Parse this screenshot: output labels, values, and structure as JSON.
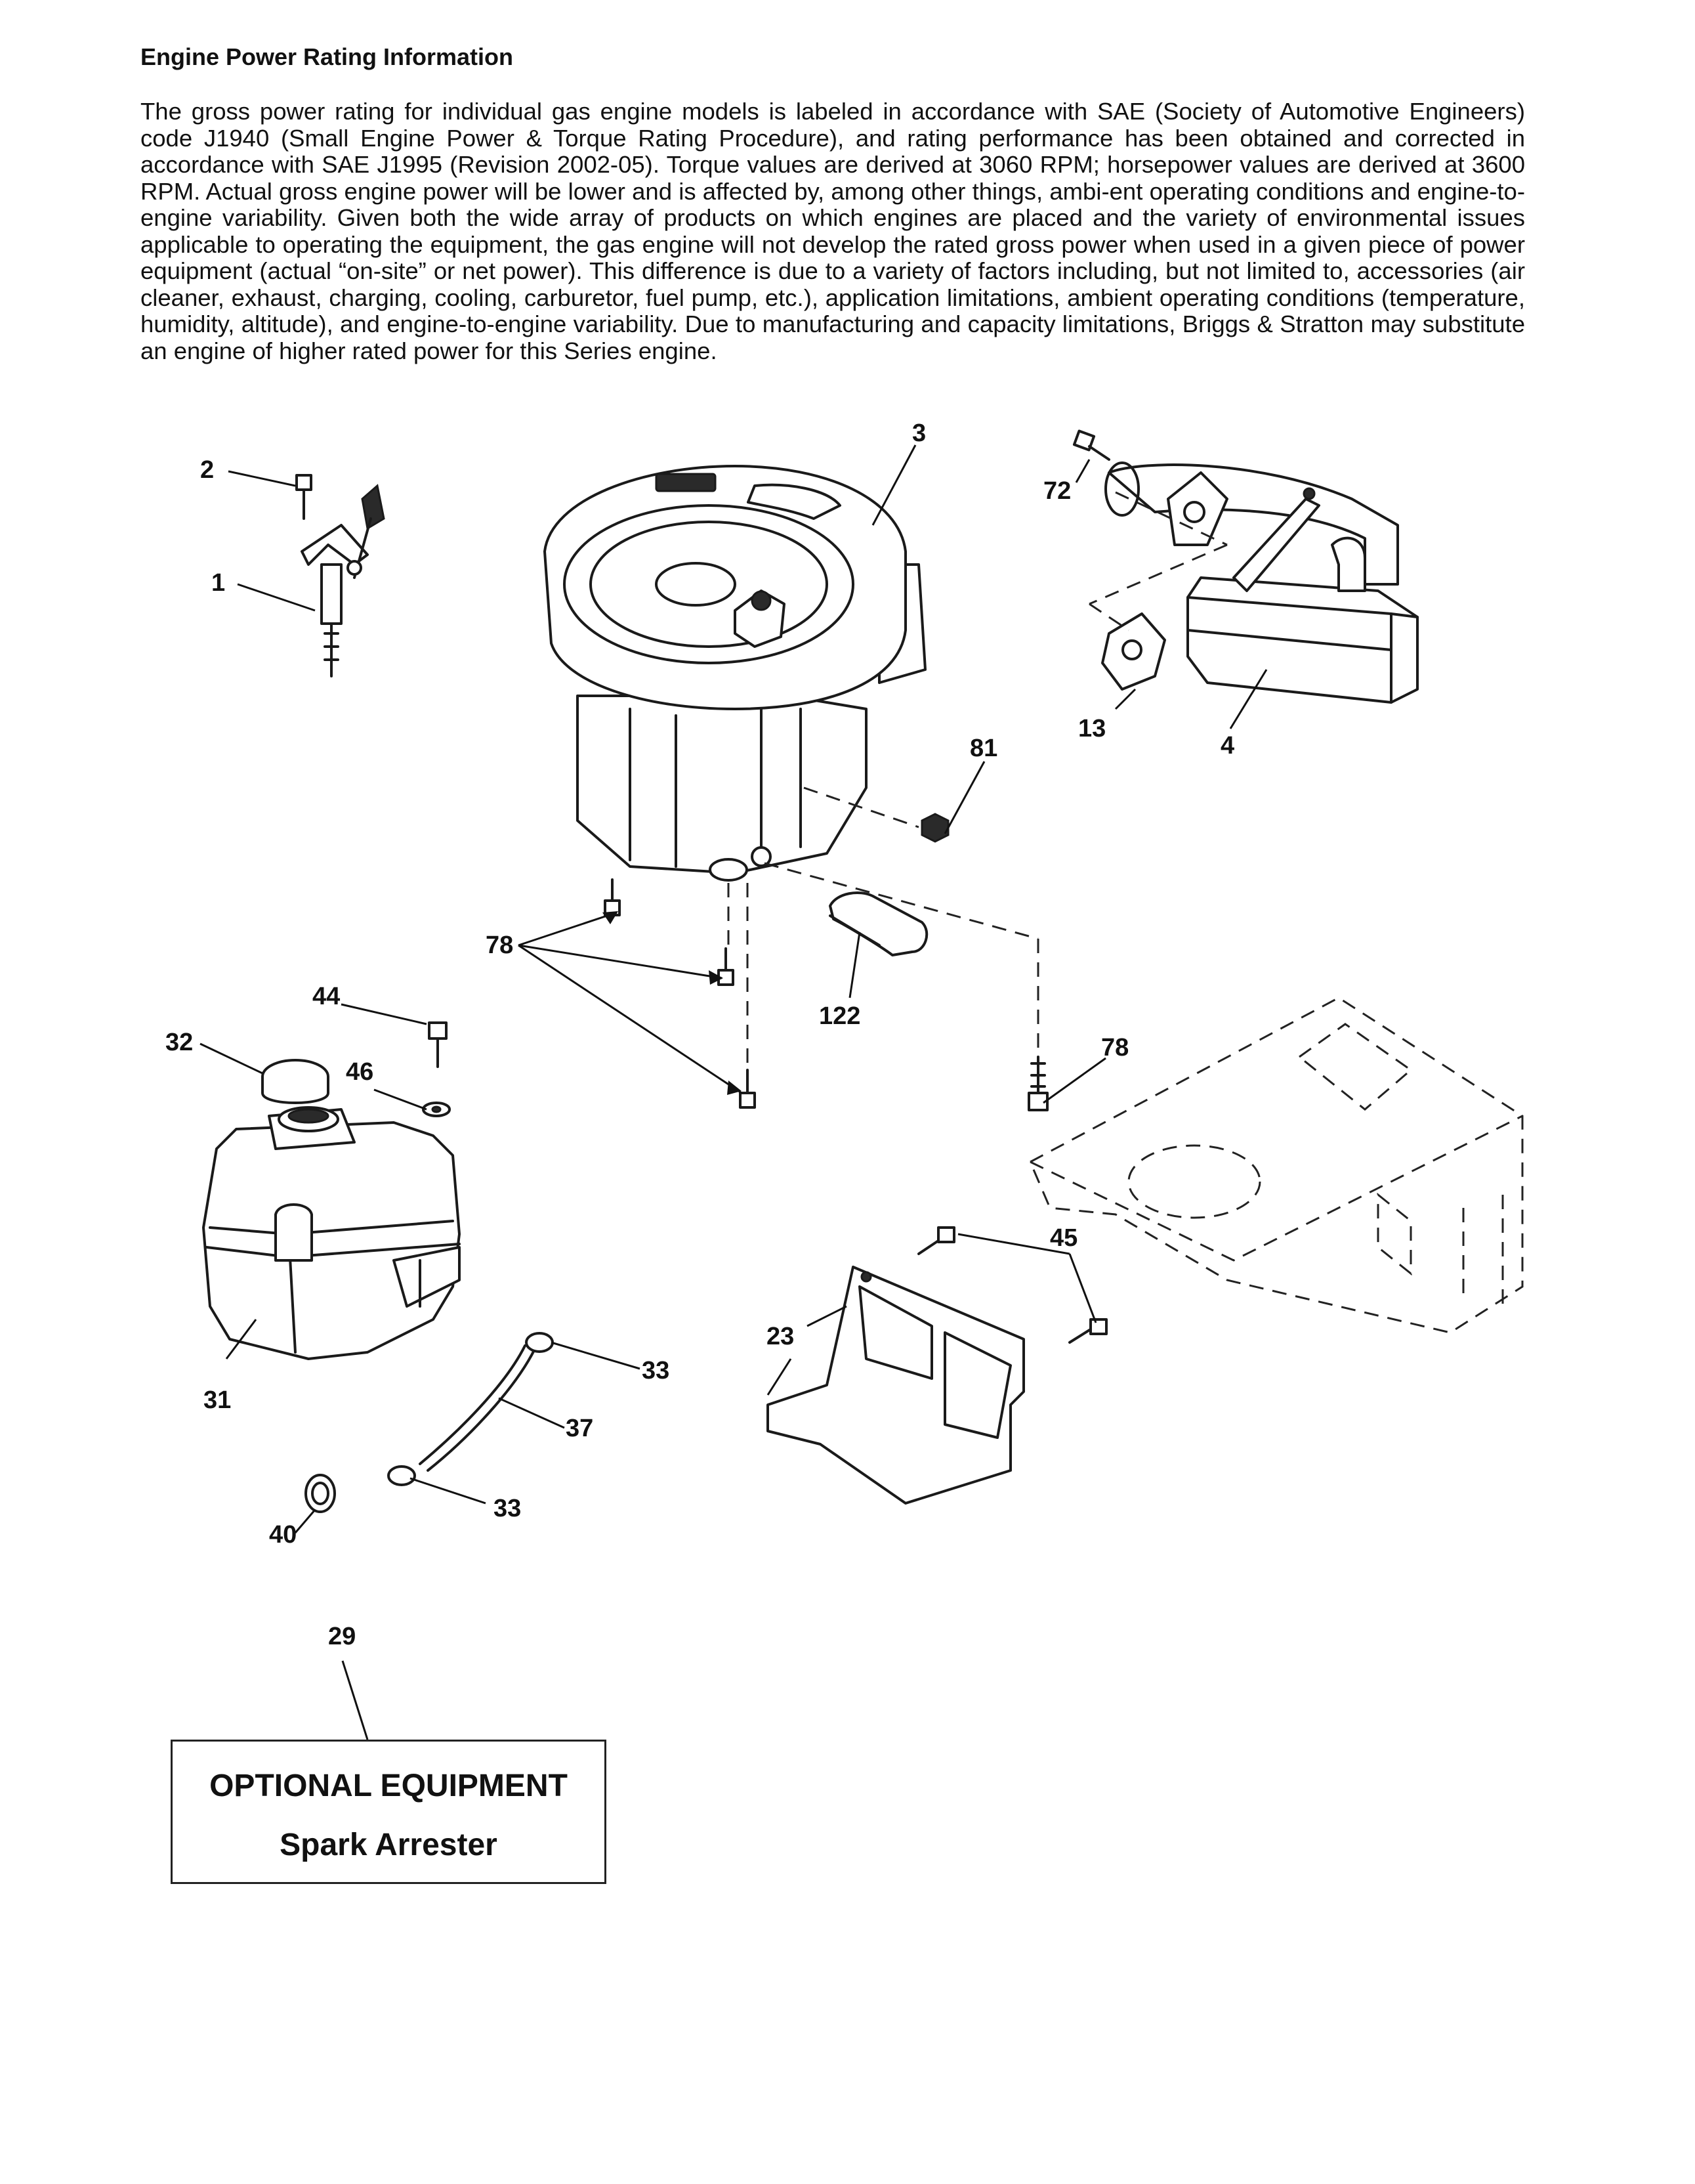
{
  "header": {
    "title": "Engine Power Rating Information",
    "paragraph": "The gross power rating for individual gas engine models is labeled in accordance with SAE (Society of Automotive Engineers) code J1940 (Small Engine Power & Torque Rating Procedure), and rating performance has been obtained and corrected in accordance with SAE J1995 (Revision 2002-05). Torque values are derived at 3060 RPM; horsepower values are derived at 3600 RPM. Actual gross engine power will be lower and is affected by, among other things, ambi-ent operating conditions and engine-to-engine variability. Given both the wide array of products on which engines are placed and the variety of environmental issues applicable to operating the equipment, the gas engine will not develop the rated gross power when used in a given piece of power equipment (actual “on-site” or net power). This difference is due to a variety of factors including, but not limited to, accessories (air cleaner, exhaust, charging, cooling, carburetor, fuel pump, etc.), application limitations, ambient operating conditions (temperature, humidity, altitude), and engine-to-engine variability. Due to manufacturing and capacity limitations, Briggs & Stratton may substitute an engine of higher rated power for this Series engine."
  },
  "callouts": {
    "c1": "1",
    "c2": "2",
    "c3": "3",
    "c4": "4",
    "c13": "13",
    "c23": "23",
    "c29": "29",
    "c31": "31",
    "c32": "32",
    "c33a": "33",
    "c33b": "33",
    "c37": "37",
    "c40": "40",
    "c44": "44",
    "c45": "45",
    "c46": "46",
    "c72": "72",
    "c78a": "78",
    "c78b": "78",
    "c81": "81",
    "c122": "122"
  },
  "optional_box": {
    "title": "OPTIONAL EQUIPMENT",
    "item": "Spark Arrester"
  }
}
